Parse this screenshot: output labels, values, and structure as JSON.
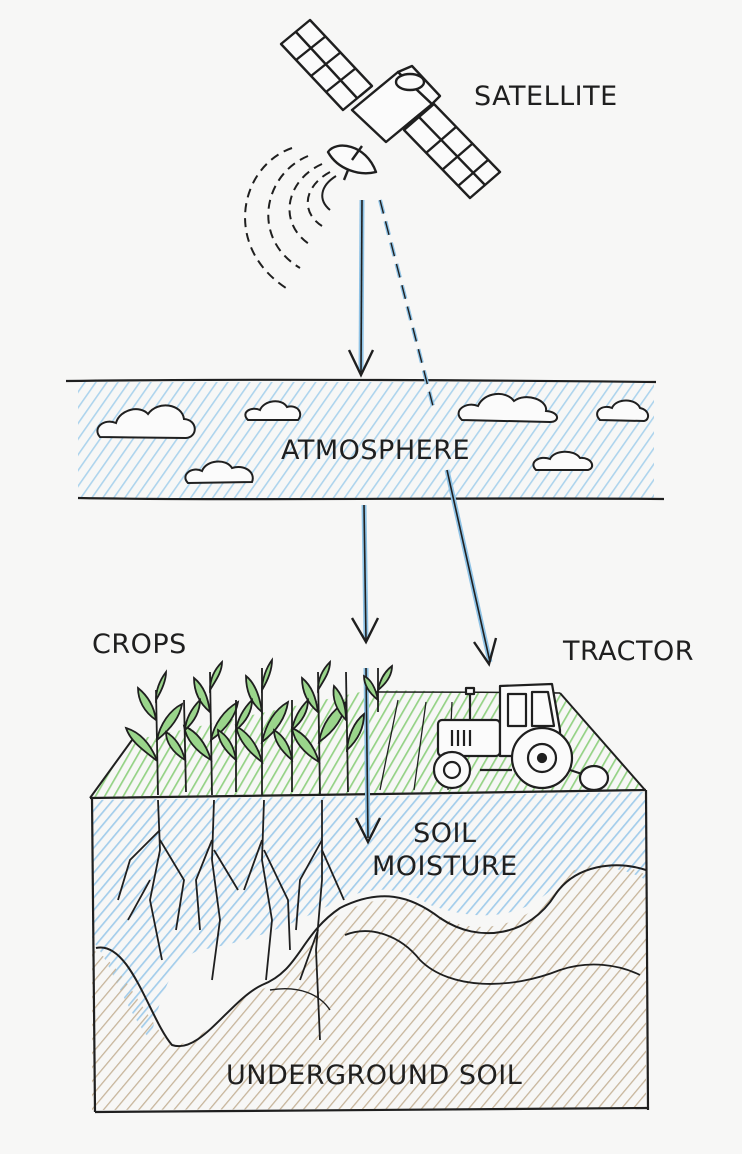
{
  "labels": {
    "satellite": "SATELLITE",
    "atmosphere": "ATMOSPHERE",
    "crops": "CROPS",
    "tractor": "TRACTOR",
    "soil_moisture_line1": "SOIL",
    "soil_moisture_line2": "MOISTURE",
    "underground_soil": "UNDERGROUND SOIL"
  },
  "colors": {
    "ink": "#1f1f1f",
    "atmosphere_blue": "#a9d2ec",
    "moisture_blue": "#9fcbea",
    "signal_blue": "#8fc3e6",
    "crop_green": "#8fd07f",
    "soil_brown": "#bda88c",
    "background": "#f7f7f6"
  },
  "icons": [
    "satellite-icon",
    "cloud-icon",
    "crop-plant-icon",
    "tractor-icon",
    "root-icon",
    "signal-arrow-icon"
  ]
}
